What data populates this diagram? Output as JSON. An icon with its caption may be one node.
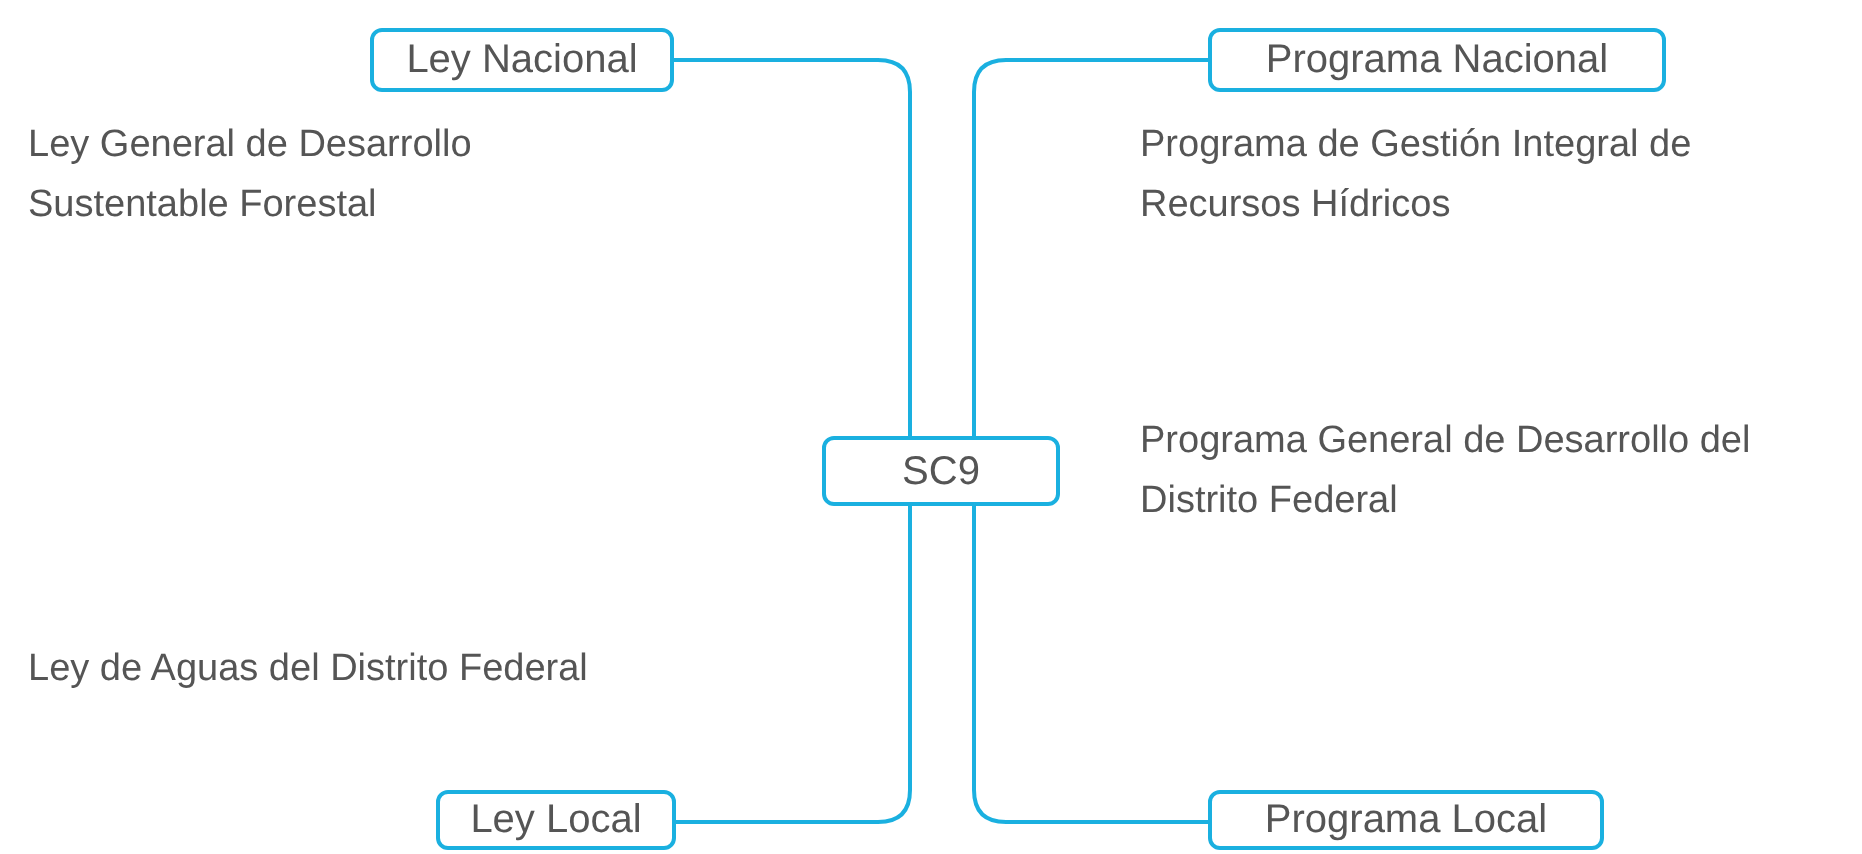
{
  "diagram": {
    "nodes": [
      {
        "text": [
          "Ley Nacional"
        ],
        "beside": [
          "Ley General de Desarrollo Sustentable Forestal"
        ]
      },
      {
        "text": [
          "Programa Nacional"
        ],
        "beside": [
          "Programa de Gestión Integral de Recursos Hídricos"
        ]
      },
      {
        "text": [
          "SC9"
        ]
      },
      {
        "text": [
          "Ley Local"
        ],
        "beside": [
          "Ley de Aguas del Distrito Federal"
        ]
      },
      {
        "text": [
          "Programa Local"
        ]
      }
    ],
    "edges": [
      {
        "from": 2,
        "to": 0,
        "arrow": "none"
      },
      {
        "from": 2,
        "to": 1,
        "arrow": "none"
      },
      {
        "from": 2,
        "to": 3,
        "arrow": "none"
      },
      {
        "from": 2,
        "to": 4,
        "arrow": "none"
      }
    ],
    "labels": [
      "Programa General de Desarrollo del Distrito Federal"
    ]
  }
}
